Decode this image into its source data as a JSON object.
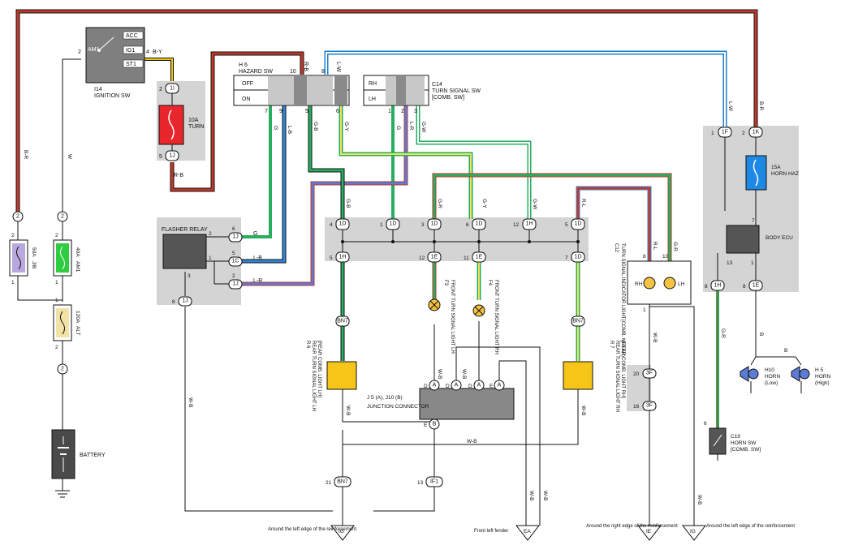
{
  "ignition_switch": {
    "ref": "I14",
    "name": "IGNITION SW",
    "positions": [
      "ACC",
      "AM1",
      "IG1",
      "ST1"
    ],
    "pins": [
      "2",
      "4"
    ],
    "wire": "B-Y"
  },
  "turn_fuse": {
    "amp": "10A",
    "name": "TURN",
    "pin_top": "1I",
    "pin_bottom": "1J",
    "n_top": "2",
    "n_bottom": "5",
    "wire_out": "R-B"
  },
  "hazard_switch": {
    "ref": "H 6",
    "name": "HAZARD SW",
    "rows": [
      "OFF",
      "ON"
    ],
    "pins_top": [
      "10",
      "8"
    ],
    "pins_bottom": [
      "7",
      "9",
      "5",
      "6"
    ],
    "wire_top_left": "R-B",
    "wire_top_right": "L-W"
  },
  "turn_signal_switch": {
    "ref": "C14",
    "name": "TURN SIGNAL SW",
    "sub": "[COMB. SW]",
    "rows": [
      "RH",
      "LH"
    ],
    "pins": [
      "1",
      "2",
      "3"
    ]
  },
  "fuses_left": [
    {
      "amp": "50A",
      "name": "J/B"
    },
    {
      "amp": "40A",
      "name": "AM1"
    },
    {
      "amp": "120A",
      "name": "ALT"
    }
  ],
  "battery_label": "BATTERY",
  "flasher_relay": {
    "name": "FLASHER RELAY",
    "pins": [
      "2",
      "1",
      "3"
    ],
    "conn": [
      "1J",
      "1C",
      "1J",
      "1J"
    ],
    "conn_n": [
      "6",
      "5",
      "2",
      "8"
    ],
    "wire_labels": [
      "G",
      "L-B",
      "L-R"
    ]
  },
  "junction_pins_top": [
    {
      "n": "4",
      "c": "1D"
    },
    {
      "n": "1",
      "c": "1D"
    },
    {
      "n": "3",
      "c": "1D"
    },
    {
      "n": "6",
      "c": "1D"
    },
    {
      "n": "12",
      "c": "1H"
    },
    {
      "n": "5",
      "c": "1D"
    }
  ],
  "junction_pins_bottom": [
    {
      "n": "5",
      "c": "1H"
    },
    {
      "n": "12",
      "c": "1E"
    },
    {
      "n": "11",
      "c": "1E"
    },
    {
      "n": "7",
      "c": "1D"
    }
  ],
  "wire_labels": {
    "w_br": "B-R",
    "w_w": "W",
    "w_g": "G",
    "w_lb": "L-B",
    "w_lr": "L-R",
    "w_gb": "G-B",
    "w_gy": "G-Y",
    "w_gr": "G-R",
    "w_gw": "G-W",
    "w_rl": "R-L",
    "w_wb": "W-B",
    "w_b": "B",
    "w_lw": "L-W"
  },
  "front_lights": [
    {
      "ref": "F3",
      "name": "FRONT TURN SIGNAL LIGHT LH"
    },
    {
      "ref": "F4",
      "name": "FRONT TURN SIGNAL LIGHT RH"
    }
  ],
  "rear_lights": [
    {
      "ref": "R 6",
      "name": "REAR TURN SIGNAL LIGHT LH",
      "sub": "[REAR COMB. LIGHT LH]",
      "conn": "BN7"
    },
    {
      "ref": "R 7",
      "name": "REAR TURN SIGNAL LIGHT RH",
      "sub": "[REAR COMB. LIGHT RH]",
      "conn": "BN7"
    }
  ],
  "junction_connector": {
    "refs": "J 5 (A), J10 (B)",
    "name": "JUNCTION CONNECTOR",
    "pins": [
      "D",
      "A",
      "D",
      "A",
      "D",
      "A",
      "E",
      "A"
    ]
  },
  "meter": {
    "ref": "C12",
    "name": "TURN SIGNAL INDICATOR LIGHT(COMB. METER)",
    "pins": [
      "8",
      "10",
      "1"
    ],
    "labels": [
      "RH",
      "LH"
    ]
  },
  "horn_fuse": {
    "amp": "15A",
    "name": "HORN HAZ",
    "pins": [
      "1F",
      "1K"
    ],
    "pin_n": [
      "1",
      "2"
    ]
  },
  "body_ecu": {
    "name": "BODY ECU",
    "pins": [
      "7",
      "13",
      "1"
    ],
    "conn": [
      "1H",
      "1E"
    ],
    "conn_n": [
      "8",
      "8"
    ]
  },
  "horns": [
    {
      "ref": "H10",
      "name": "HORN",
      "sub": "(Low)"
    },
    {
      "ref": "H 5",
      "name": "HORN",
      "sub": "(High)"
    }
  ],
  "horn_switch": {
    "ref": "C19",
    "name": "HORN SW",
    "sub": "[COMB. SW]",
    "pin": "6"
  },
  "grounds": [
    {
      "id": "IG",
      "note": "Around the left edge of the reinforcement"
    },
    {
      "id": "EA",
      "note": "Front left fender"
    },
    {
      "id": "IE",
      "note": "Around the right edge of the reinforcement"
    },
    {
      "id": "IG",
      "note": "Around the left edge of the reinforcement"
    }
  ],
  "misc_conn": {
    "bn7": "BN7",
    "if1": "IF1",
    "f3": "3F",
    "n21": "21",
    "n13": "13",
    "n20": "20",
    "n16": "16"
  }
}
